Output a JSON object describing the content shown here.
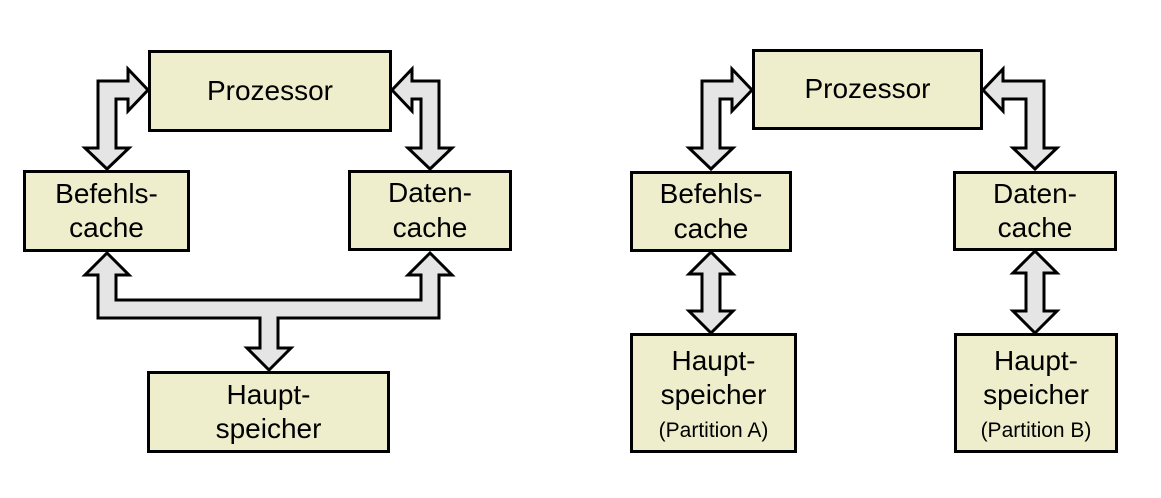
{
  "colors": {
    "background": "#ffffff",
    "box_fill": "#eeeecd",
    "box_border": "#000000",
    "arrow_fill": "#e5e5e5",
    "arrow_stroke": "#000000",
    "text": "#000000"
  },
  "left": {
    "processor": "Prozessor",
    "instruction_cache": {
      "line1": "Befehls-",
      "line2": "cache"
    },
    "data_cache": {
      "line1": "Daten-",
      "line2": "cache"
    },
    "main_memory": {
      "line1": "Haupt-",
      "line2": "speicher"
    },
    "connections": [
      {
        "from": "Prozessor",
        "to": "Befehls-cache",
        "type": "bidirectional"
      },
      {
        "from": "Prozessor",
        "to": "Daten-cache",
        "type": "bidirectional"
      },
      {
        "from": "Befehls-cache + Daten-cache",
        "to": "Haupt-speicher",
        "type": "bidirectional-merged"
      }
    ]
  },
  "right": {
    "processor": "Prozessor",
    "instruction_cache": {
      "line1": "Befehls-",
      "line2": "cache"
    },
    "data_cache": {
      "line1": "Daten-",
      "line2": "cache"
    },
    "main_memory_a": {
      "line1": "Haupt-",
      "line2": "speicher",
      "note": "(Partition A)"
    },
    "main_memory_b": {
      "line1": "Haupt-",
      "line2": "speicher",
      "note": "(Partition B)"
    },
    "connections": [
      {
        "from": "Prozessor",
        "to": "Befehls-cache",
        "type": "bidirectional"
      },
      {
        "from": "Prozessor",
        "to": "Daten-cache",
        "type": "bidirectional"
      },
      {
        "from": "Befehls-cache",
        "to": "Haupt-speicher (Partition A)",
        "type": "bidirectional"
      },
      {
        "from": "Daten-cache",
        "to": "Haupt-speicher (Partition B)",
        "type": "bidirectional"
      }
    ]
  }
}
